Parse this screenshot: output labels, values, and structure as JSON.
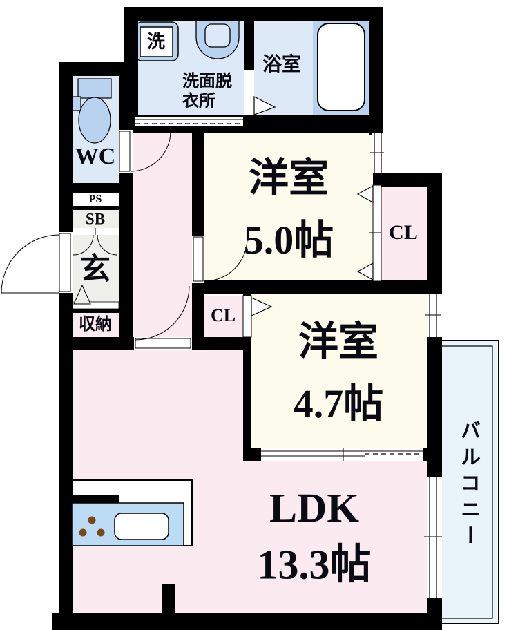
{
  "rooms": {
    "washroom": {
      "line1": "洗面脱",
      "line2": "衣所"
    },
    "bath": {
      "label": "浴室"
    },
    "wc": {
      "label": "WC"
    },
    "pipe_space": {
      "label": "PS"
    },
    "shoe_box": {
      "label": "SB"
    },
    "entrance": {
      "label": "玄"
    },
    "storage": {
      "label": "収納"
    },
    "western_room_5": {
      "label": "洋室",
      "size": "5.0帖"
    },
    "closet_upper": {
      "label": "CL"
    },
    "western_room_47": {
      "label": "洋室",
      "size": "4.7帖"
    },
    "closet_lower": {
      "label": "CL"
    },
    "ldk": {
      "label": "LDK",
      "size": "13.3帖"
    },
    "balcony": {
      "label": "バルコニー"
    },
    "washer": {
      "label": "洗"
    }
  },
  "fixtures": [
    "washing-machine",
    "washbasin",
    "bathtub",
    "toilet",
    "kitchen-counter",
    "sink",
    "stove-burners"
  ],
  "colors": {
    "wall": "#000000",
    "water_rooms": "#dde9f7",
    "fixture_blue": "#b8d2ef",
    "pink_rooms": "#fceaf1",
    "cream_rooms": "#fdfbec",
    "entrance_gray": "#efefec",
    "balcony_blue": "#e9f3fa",
    "kitchen_counter": "#bcdcf5",
    "burner_brown": "#7a4613"
  }
}
